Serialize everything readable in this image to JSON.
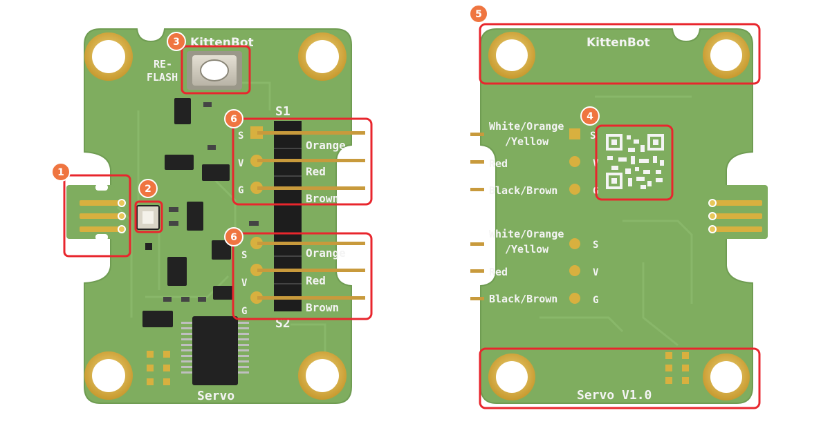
{
  "colors": {
    "pcb": "#7fad5f",
    "pcb_dark": "#6f9c52",
    "trace": "#8cba6d",
    "gold": "#d8b03f",
    "gold_inner": "#e8c75a",
    "hole": "#ffffff",
    "silkscreen": "#f4f4f4",
    "callout_box": "#e8262d",
    "badge": "#ef7540",
    "header_plastic": "#1d1d1d",
    "pin_metal": "#c89a3c",
    "ic_body": "#222222"
  },
  "front": {
    "brand": "KittenBot",
    "reflash_line1": "RE-",
    "reflash_line2": "FLASH",
    "s1": "S1",
    "s2": "S2",
    "name": "Servo",
    "header_top": {
      "pins": [
        "S",
        "V",
        "G"
      ],
      "wires": [
        "Orange",
        "Red",
        "Brown"
      ]
    },
    "header_bottom": {
      "pins": [
        "S",
        "V",
        "G"
      ],
      "wires": [
        "Orange",
        "Red",
        "Brown"
      ]
    }
  },
  "back": {
    "brand": "KittenBot",
    "name": "Servo V1.0",
    "group_top": [
      {
        "wire_line1": "White/Orange",
        "wire_line2": "/Yellow",
        "pin": "S"
      },
      {
        "wire_line1": "Red",
        "wire_line2": "",
        "pin": "V"
      },
      {
        "wire_line1": "Black/Brown",
        "wire_line2": "",
        "pin": "G"
      }
    ],
    "group_bottom": [
      {
        "wire_line1": "White/Orange",
        "wire_line2": "/Yellow",
        "pin": "S"
      },
      {
        "wire_line1": "Red",
        "wire_line2": "",
        "pin": "V"
      },
      {
        "wire_line1": "Black/Brown",
        "wire_line2": "",
        "pin": "G"
      }
    ]
  },
  "callouts": [
    "1",
    "2",
    "3",
    "4",
    "5",
    "6",
    "6"
  ]
}
